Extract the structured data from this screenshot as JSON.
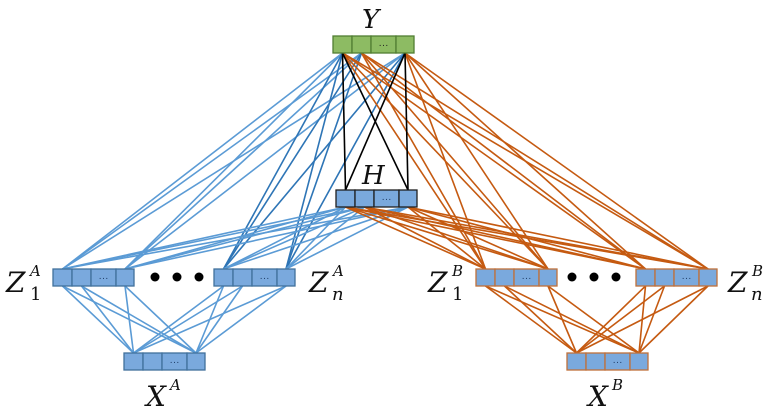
{
  "title": "Multi-view neural network diagram",
  "colors": {
    "view_a_edges": "#5b9bd5",
    "view_a_strong": "#2e75b6",
    "view_b_edges": "#c55a11",
    "hidden_edges": "#000000",
    "output_fill": "#8dbb63",
    "output_stroke": "#507e32",
    "node_fill": "#7aa9dd",
    "node_stroke_a": "#41719c",
    "node_stroke_h": "#1f1f1f",
    "node_stroke_b": "#c0703a"
  },
  "layers": {
    "Y": {
      "label": "Y",
      "superscript": "",
      "subscript": "",
      "cell_ellipsis": "···"
    },
    "H": {
      "label": "H",
      "superscript": "",
      "subscript": "",
      "cell_ellipsis": "···"
    },
    "Z1A": {
      "label": "Z",
      "superscript": "A",
      "subscript": "1",
      "cell_ellipsis": "···"
    },
    "ZnA": {
      "label": "Z",
      "superscript": "A",
      "subscript": "n",
      "cell_ellipsis": "···"
    },
    "Z1B": {
      "label": "Z",
      "superscript": "B",
      "subscript": "1",
      "cell_ellipsis": "···"
    },
    "ZnB": {
      "label": "Z",
      "superscript": "B",
      "subscript": "n",
      "cell_ellipsis": "···"
    },
    "XA": {
      "label": "X",
      "superscript": "A",
      "subscript": "",
      "cell_ellipsis": "···"
    },
    "XB": {
      "label": "X",
      "superscript": "B",
      "subscript": "",
      "cell_ellipsis": "···"
    }
  },
  "between_dots": "• • •"
}
